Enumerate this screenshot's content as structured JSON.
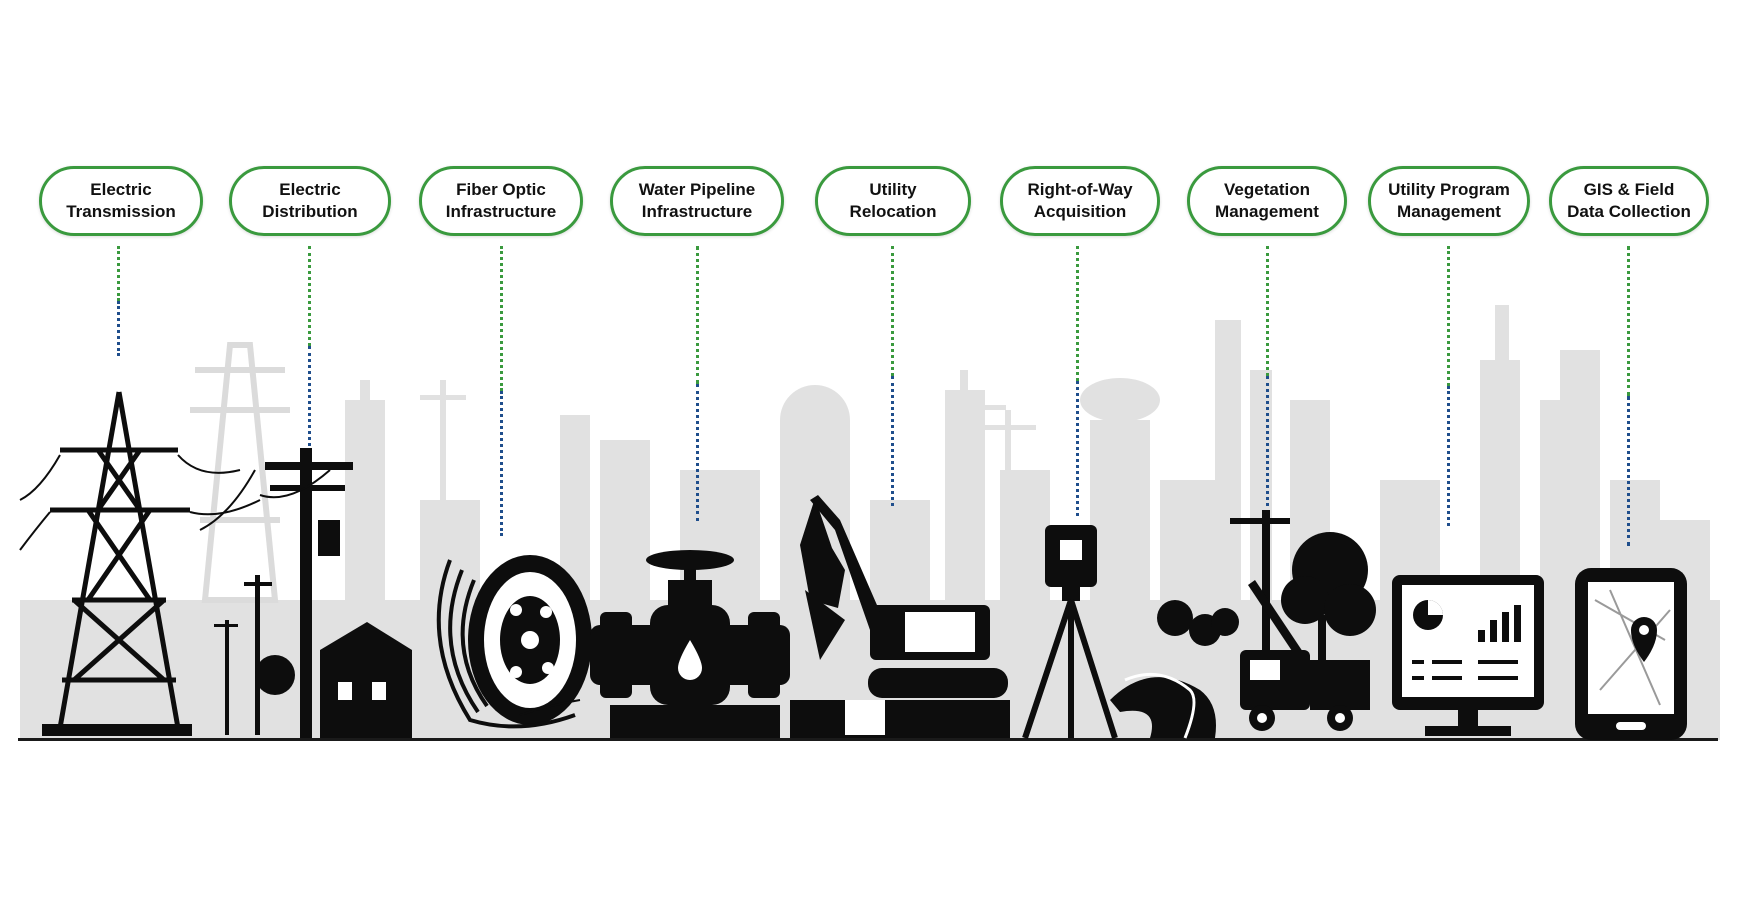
{
  "categories": [
    {
      "id": "electric-transmission",
      "line1": "Electric",
      "line2": "Transmission"
    },
    {
      "id": "electric-distribution",
      "line1": "Electric",
      "line2": "Distribution"
    },
    {
      "id": "fiber-optic",
      "line1": "Fiber Optic",
      "line2": "Infrastructure"
    },
    {
      "id": "water-pipeline",
      "line1": "Water Pipeline",
      "line2": "Infrastructure"
    },
    {
      "id": "utility-relocation",
      "line1": "Utility",
      "line2": "Relocation"
    },
    {
      "id": "right-of-way",
      "line1": "Right-of-Way",
      "line2": "Acquisition"
    },
    {
      "id": "vegetation",
      "line1": "Vegetation",
      "line2": "Management"
    },
    {
      "id": "program-management",
      "line1": "Utility Program",
      "line2": "Management"
    },
    {
      "id": "gis",
      "line1": "GIS & Field",
      "line2": "Data Collection"
    }
  ],
  "colors": {
    "pill_border": "#3a9a3e",
    "leader_green": "#3a9a3e",
    "leader_blue": "#1f4e8c",
    "silhouette": "#0d0d0d",
    "background_skyline": "#d9d9d9",
    "ground_line": "#1a1a1a"
  },
  "icons": [
    "transmission-tower-icon",
    "utility-pole-house-icon",
    "fiber-optic-reel-icon",
    "water-valve-pipeline-icon",
    "excavator-icon",
    "survey-tripod-icon",
    "bucket-truck-trees-icon",
    "dashboard-monitor-icon",
    "gis-tablet-map-icon"
  ]
}
